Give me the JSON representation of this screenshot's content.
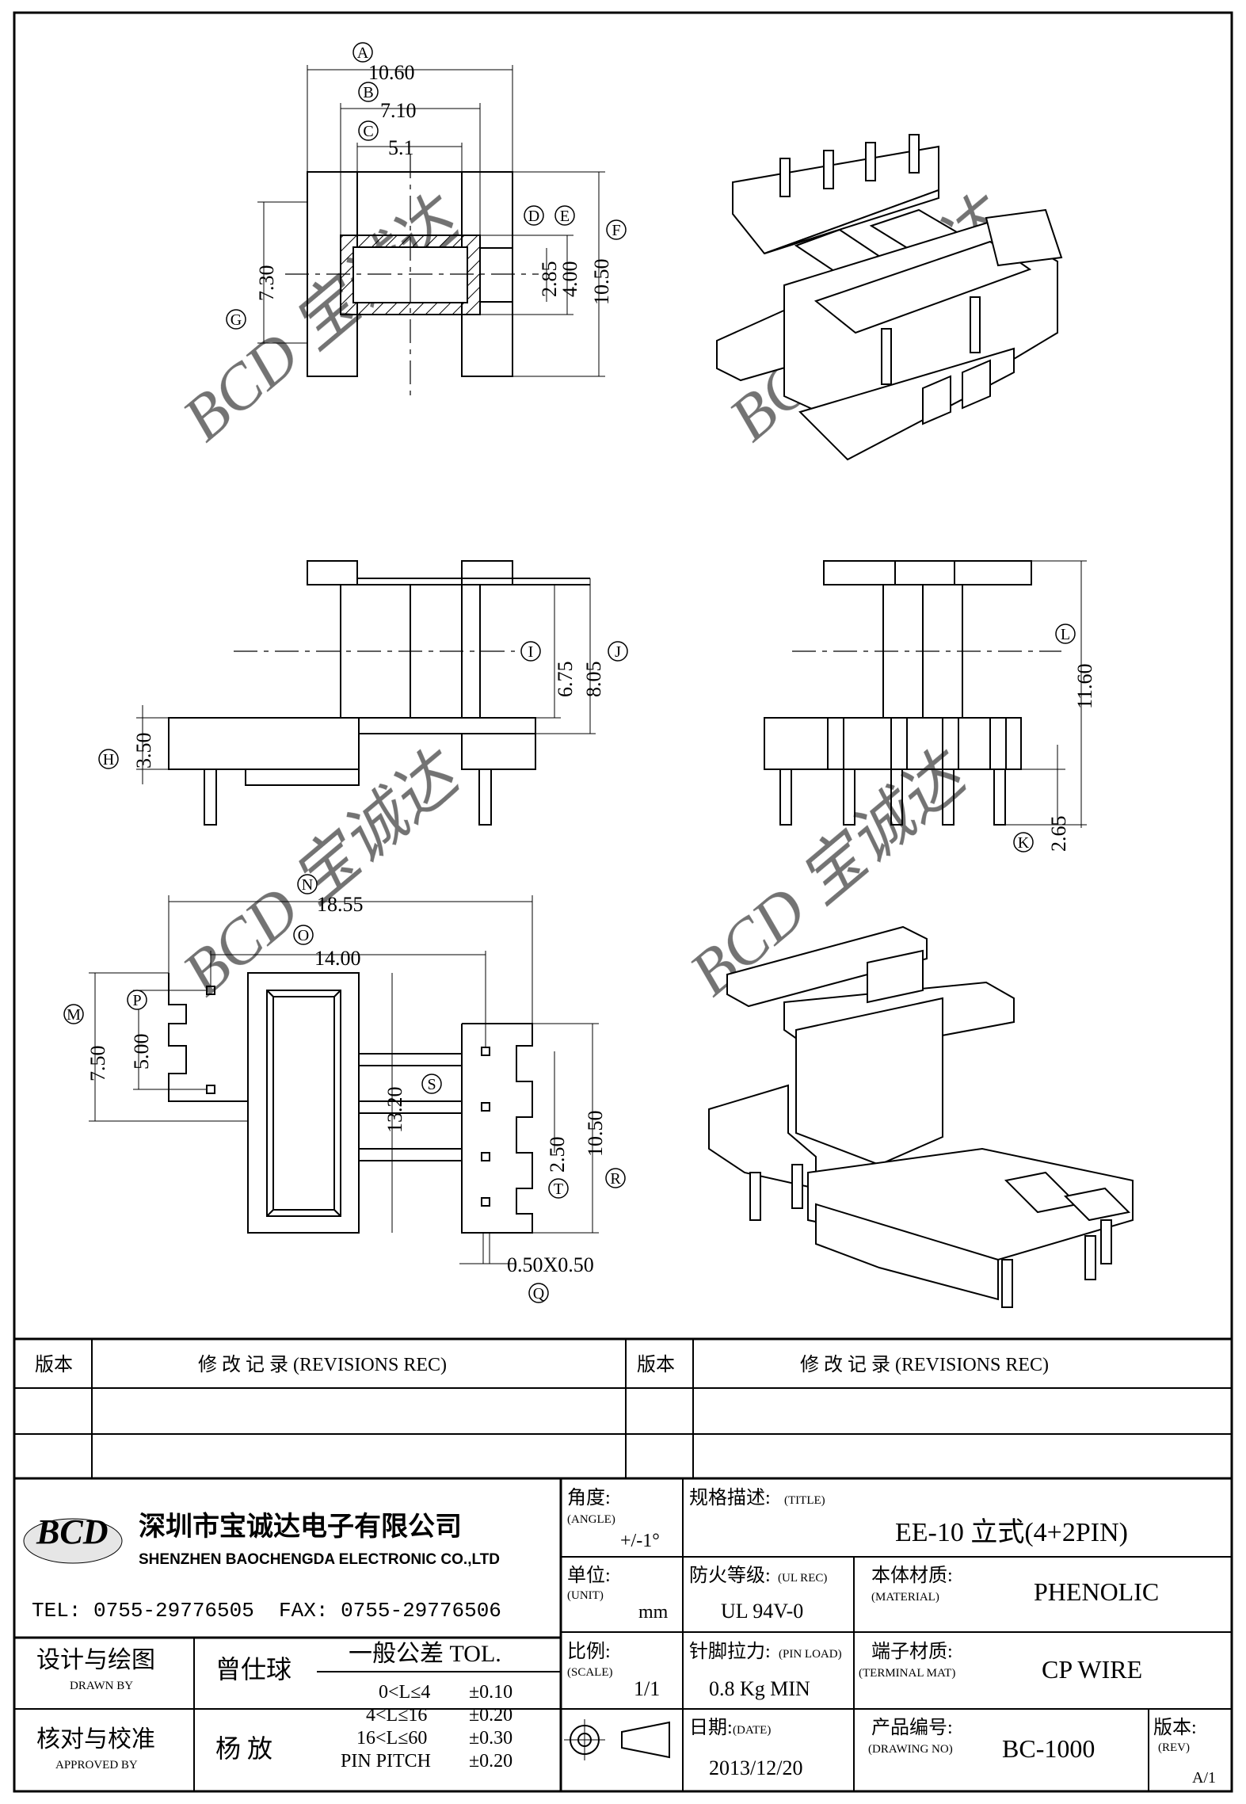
{
  "watermark": "BCD 宝诚达",
  "dims": {
    "A": "10.60",
    "B": "7.10",
    "C": "5.1",
    "D": "2.85",
    "E": "4.00",
    "F": "10.50",
    "G": "7.30",
    "H": "3.50",
    "I": "6.75",
    "J": "8.05",
    "K": "2.65",
    "L": "11.60",
    "M": "7.50",
    "N": "18.55",
    "O": "14.00",
    "P": "5.00",
    "Q": "0.50X0.50",
    "R": "10.50",
    "S": "13.20",
    "T": "2.50"
  },
  "bubbles": [
    "A",
    "B",
    "C",
    "D",
    "E",
    "F",
    "G",
    "H",
    "I",
    "J",
    "K",
    "L",
    "M",
    "N",
    "O",
    "P",
    "Q",
    "R",
    "S",
    "T"
  ],
  "revisions": {
    "col_version": "版本",
    "col_record": "修 改 记 录 (REVISIONS REC)"
  },
  "company": {
    "logo": "BCD",
    "name_cn": "深圳市宝诚达电子有限公司",
    "name_en": "SHENZHEN BAOCHENGDA ELECTRONIC CO.,LTD",
    "contact": "TEL: 0755-29776505  FAX: 0755-29776506"
  },
  "title_block": {
    "angle_label": "角度:",
    "angle_sub": "(ANGLE)",
    "angle_value": "+/-1°",
    "title_label": "规格描述:",
    "title_sub": "(TITLE)",
    "title_value": "EE-10 立式(4+2PIN)",
    "unit_label": "单位:",
    "unit_sub": "(UNIT)",
    "unit_value": "mm",
    "ul_label": "防火等级:",
    "ul_sub": "(UL REC)",
    "ul_value": "UL 94V-0",
    "material_label": "本体材质:",
    "material_sub": "(MATERIAL)",
    "material_value": "PHENOLIC",
    "drawn_label": "设计与绘图",
    "drawn_sub": "DRAWN BY",
    "drawn_value": "曾仕球",
    "tol_label": "一般公差 TOL.",
    "tol_rows": [
      {
        "range": "0<L≤4",
        "value": "±0.10"
      },
      {
        "range": "4<L≤16",
        "value": "±0.20"
      },
      {
        "range": "16<L≤60",
        "value": "±0.30"
      },
      {
        "range": "PIN PITCH",
        "value": "±0.20"
      }
    ],
    "scale_label": "比例:",
    "scale_sub": "(SCALE)",
    "scale_value": "1/1",
    "pin_label": "针脚拉力:",
    "pin_sub": "(PIN LOAD)",
    "pin_value": "0.8 Kg MIN",
    "terminal_label": "端子材质:",
    "terminal_sub": "(TERMINAL MAT)",
    "terminal_value": "CP WIRE",
    "approved_label": "核对与校准",
    "approved_sub": "APPROVED BY",
    "approved_value": "杨 放",
    "date_label": "日期:",
    "date_sub": "(DATE)",
    "date_value": "2013/12/20",
    "drawing_label": "产品编号:",
    "drawing_sub": "(DRAWING NO)",
    "drawing_value": "BC-1000",
    "rev_label": "版本:",
    "rev_sub": "(REV)",
    "rev_value": "A/1"
  }
}
